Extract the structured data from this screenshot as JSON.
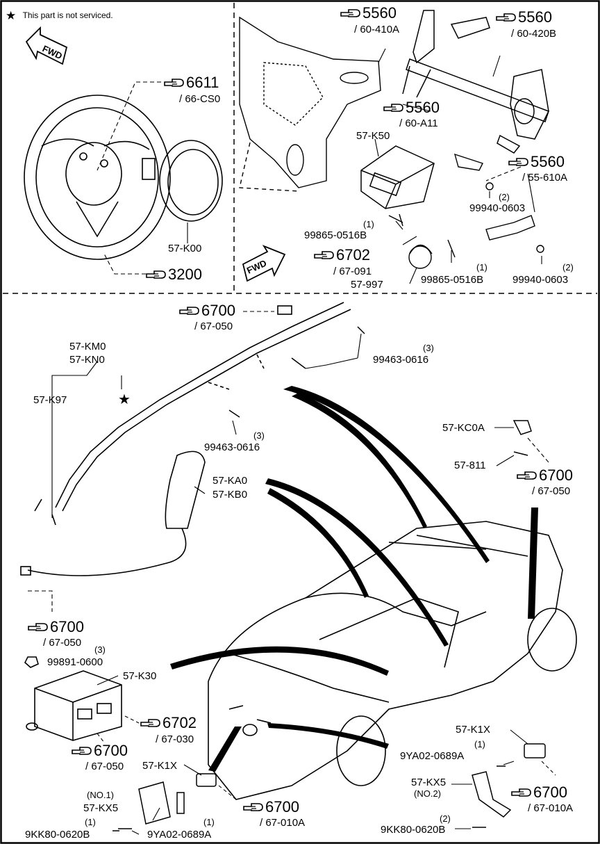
{
  "note": {
    "star": "★",
    "text": "This part is not serviced."
  },
  "fwd": "FWD",
  "refs": [
    {
      "id": "r1",
      "num": "6611",
      "sub": "/ 66-CS0"
    },
    {
      "id": "r2",
      "num": "3200",
      "sub": ""
    },
    {
      "id": "r3",
      "num": "5560",
      "sub": "/ 60-410A"
    },
    {
      "id": "r4",
      "num": "5560",
      "sub": "/ 60-420B"
    },
    {
      "id": "r5",
      "num": "5560",
      "sub": "/ 60-A11"
    },
    {
      "id": "r6",
      "num": "5560",
      "sub": "/ 55-610A"
    },
    {
      "id": "r7",
      "num": "6702",
      "sub": "/ 67-091"
    },
    {
      "id": "r8",
      "num": "6700",
      "sub": "/ 67-050"
    },
    {
      "id": "r9",
      "num": "6700",
      "sub": "/ 67-050"
    },
    {
      "id": "r10",
      "num": "6700",
      "sub": "/ 67-050"
    },
    {
      "id": "r11",
      "num": "6702",
      "sub": "/ 67-030"
    },
    {
      "id": "r12",
      "num": "6700",
      "sub": "/ 67-050"
    },
    {
      "id": "r13",
      "num": "6700",
      "sub": "/ 67-010A"
    },
    {
      "id": "r14",
      "num": "6700",
      "sub": "/ 67-010A"
    }
  ],
  "parts": [
    {
      "id": "p1",
      "text": "57-K00"
    },
    {
      "id": "p2",
      "text": "57-K50"
    },
    {
      "id": "p3",
      "text": "99940-0603",
      "qty": "(2)"
    },
    {
      "id": "p4",
      "text": "99940-0603",
      "qty": "(2)"
    },
    {
      "id": "p5",
      "text": "99865-0516B",
      "qty": "(1)"
    },
    {
      "id": "p6",
      "text": "99865-0516B",
      "qty": "(1)"
    },
    {
      "id": "p7",
      "text": "57-997"
    },
    {
      "id": "p8",
      "text": "57-KM0"
    },
    {
      "id": "p9",
      "text": "57-KN0"
    },
    {
      "id": "p10",
      "text": "57-K97"
    },
    {
      "id": "p11",
      "text": "99463-0616",
      "qty": "(3)"
    },
    {
      "id": "p12",
      "text": "99463-0616",
      "qty": "(3)"
    },
    {
      "id": "p13",
      "text": "57-KC0A"
    },
    {
      "id": "p14",
      "text": "57-811"
    },
    {
      "id": "p15",
      "text": "57-KA0"
    },
    {
      "id": "p16",
      "text": "57-KB0"
    },
    {
      "id": "p17",
      "text": "99891-0600",
      "qty": "(3)"
    },
    {
      "id": "p18",
      "text": "57-K30"
    },
    {
      "id": "p19",
      "text": "57-K1X"
    },
    {
      "id": "p20",
      "text": "9YA02-0689A",
      "qty": "(1)"
    },
    {
      "id": "p21",
      "text": "57-K1X"
    },
    {
      "id": "p22",
      "text": "9YA02-0689A",
      "qty": "(1)"
    },
    {
      "id": "p23",
      "text": "57-KX5",
      "qty": "(NO.1)"
    },
    {
      "id": "p24",
      "text": "9KK80-0620B",
      "qty": "(1)"
    },
    {
      "id": "p25",
      "text": "57-KX5",
      "qty": "(NO.2)"
    },
    {
      "id": "p26",
      "text": "9KK80-0620B",
      "qty": "(2)"
    }
  ]
}
